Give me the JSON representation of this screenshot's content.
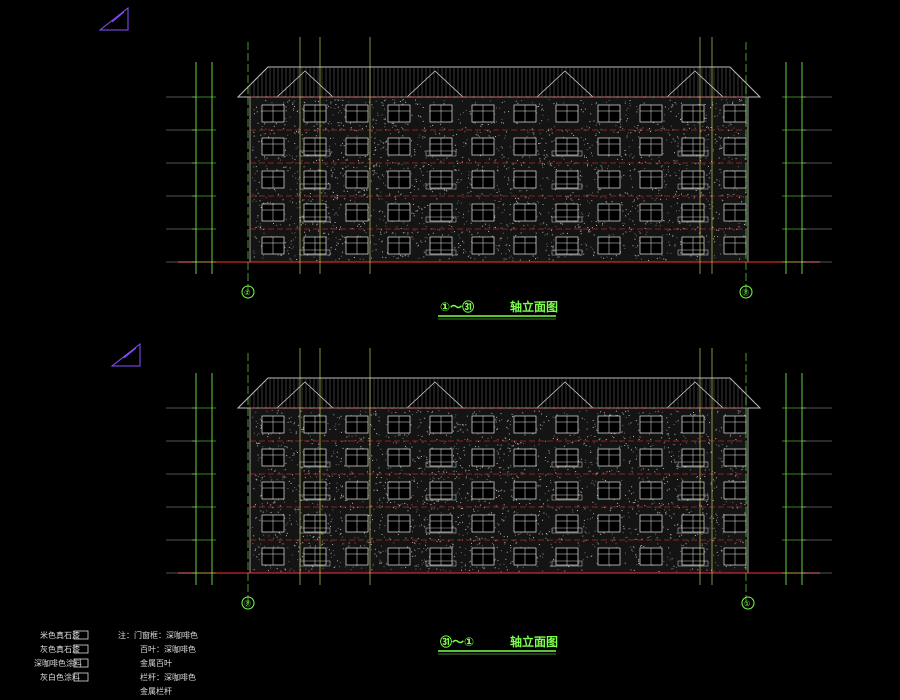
{
  "drawing": {
    "elevations": [
      {
        "id": "front",
        "title_prefix": "①～㉛",
        "title_suffix": "轴立面图",
        "axis_left": "①",
        "axis_right": "㉛"
      },
      {
        "id": "rear",
        "title_prefix": "㉛～①",
        "title_suffix": "轴立面图",
        "axis_left": "㉛",
        "axis_right": "①"
      }
    ],
    "legend": [
      {
        "label": "米色真石漆"
      },
      {
        "label": "灰色真石漆"
      },
      {
        "label": "深咖啡色涂料"
      },
      {
        "label": "灰白色涂料"
      }
    ],
    "notes": [
      "注：门窗框：深咖啡色",
      "百叶：深咖啡色",
      "金属百叶",
      "栏杆：深咖啡色",
      "金属栏杆"
    ],
    "colors": {
      "background": "#000000",
      "wall": "#9a9a9a",
      "roof": "#bdbdbd",
      "dimension": "#7cff4c",
      "axis_red": "#ff3030",
      "leader": "#e8e86a",
      "north_arrow": "#8a4fff"
    }
  }
}
